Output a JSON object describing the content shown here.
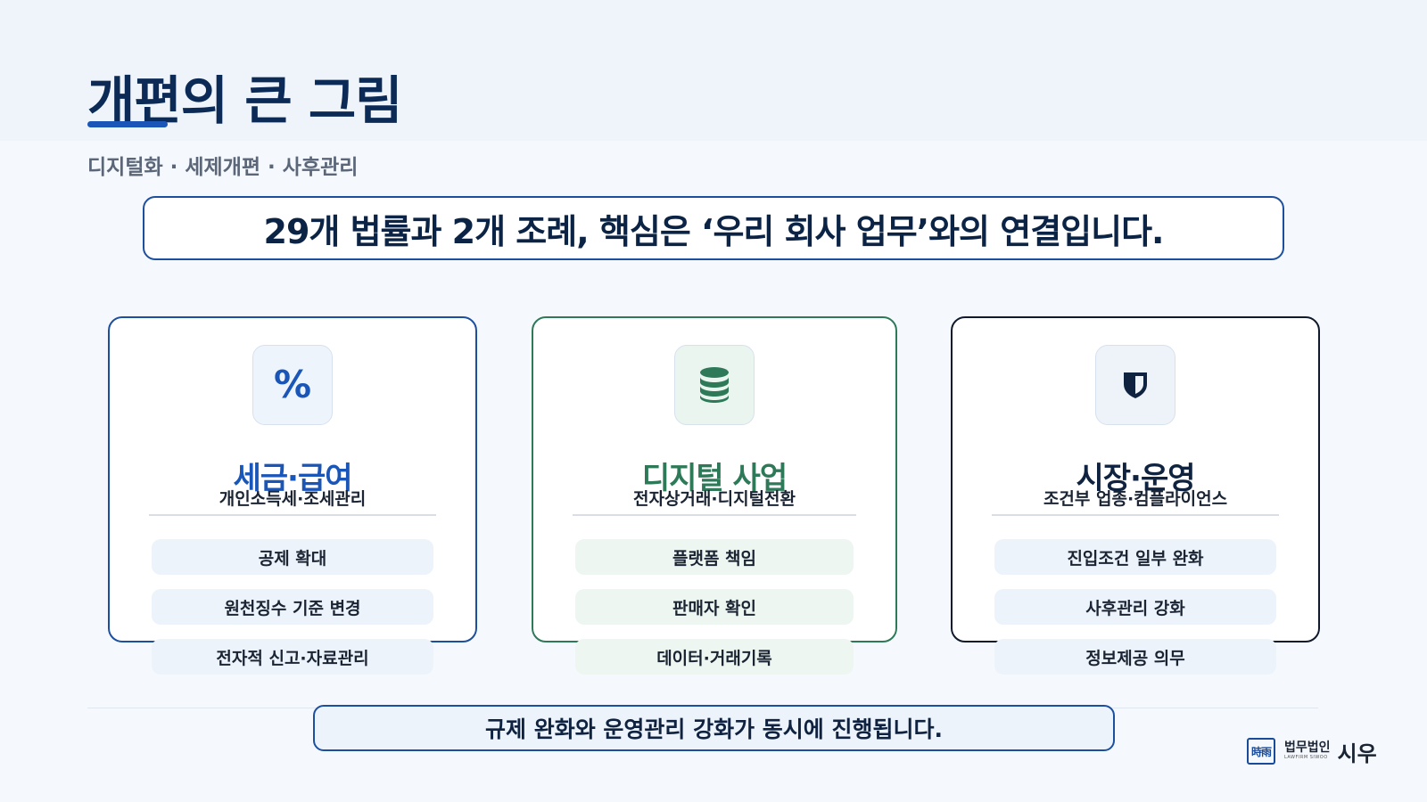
{
  "page": {
    "title": "개편의 큰 그림",
    "subtitle": "디지털화 · 세제개편 · 사후관리",
    "headline": "29개 법률과 2개 조례, 핵심은 ‘우리 회사 업무’와의 연결입니다.",
    "footer_message": "규제 완화와 운영관리 강화가 동시에 진행됩니다."
  },
  "cards": [
    {
      "icon": "percent-icon",
      "title": "세금·급여",
      "subtitle": "개인소득세·조세관리",
      "items": [
        "공제 확대",
        "원천징수 기준 변경",
        "전자적 신고·자료관리"
      ]
    },
    {
      "icon": "database-icon",
      "title": "디지털 사업",
      "subtitle": "전자상거래·디지털전환",
      "items": [
        "플랫폼 책임",
        "판매자 확인",
        "데이터·거래기록"
      ]
    },
    {
      "icon": "shield-icon",
      "title": "시장·운영",
      "subtitle": "조건부 업종·컴플라이언스",
      "items": [
        "진입조건 일부 완화",
        "사후관리 강화",
        "정보제공 의무"
      ]
    }
  ],
  "logo": {
    "mark": "時雨",
    "name": "법무법인",
    "name_en": "LAWFIRM SIWOO",
    "brand": "시우"
  },
  "colors": {
    "navy": "#0b2a55",
    "blue": "#1a56b8",
    "green": "#2e7a58",
    "dark": "#111a2c"
  }
}
